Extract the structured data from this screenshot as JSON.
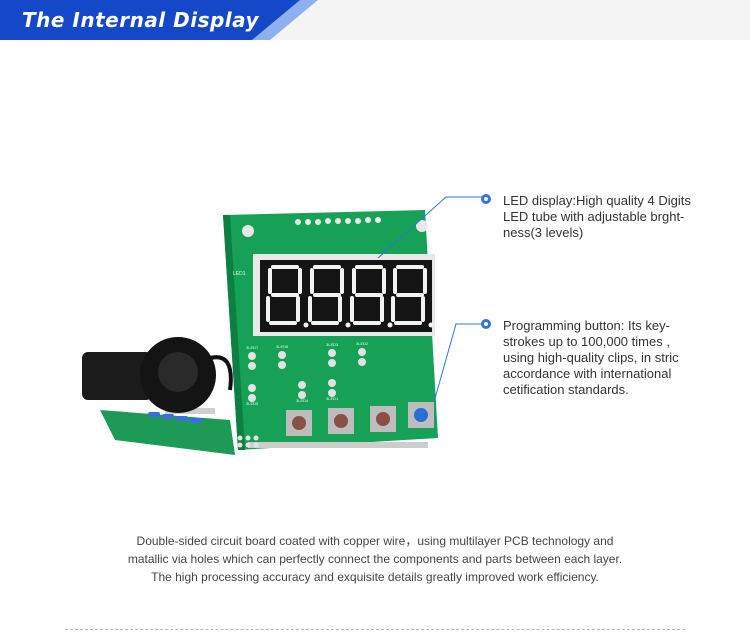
{
  "header": {
    "title": "The Internal Display"
  },
  "callouts": [
    {
      "lines": [
        "LED display:High quality 4 Digits",
        "LED tube with adjustable brght-",
        "ness(3 levels)"
      ]
    },
    {
      "lines": [
        "Programming button:  Its key-",
        "strokes up to 100,000 times ,",
        "using high-quality clips, in stric",
        "accordance with international",
        "cetification standards."
      ]
    }
  ],
  "description": [
    "Double-sided circuit board coated with copper wire，using multilayer PCB technology and",
    "matallic via holes which can perfectly connect the components and parts between each layer.",
    "The high processing accuracy and exquisite details greatly improved work efficiency."
  ],
  "board_labels": {
    "display_label": "LED1",
    "led_labels": [
      "3LED7",
      "3LED6",
      "3LED3",
      "3LED2",
      "3LED5",
      "3LED4",
      "3LED1"
    ]
  },
  "colors": {
    "header_blue": "#1548c8",
    "pcb_green": "#17a15a",
    "callout_blue": "#2f74d8",
    "button_blue": "#2a6fd6"
  }
}
